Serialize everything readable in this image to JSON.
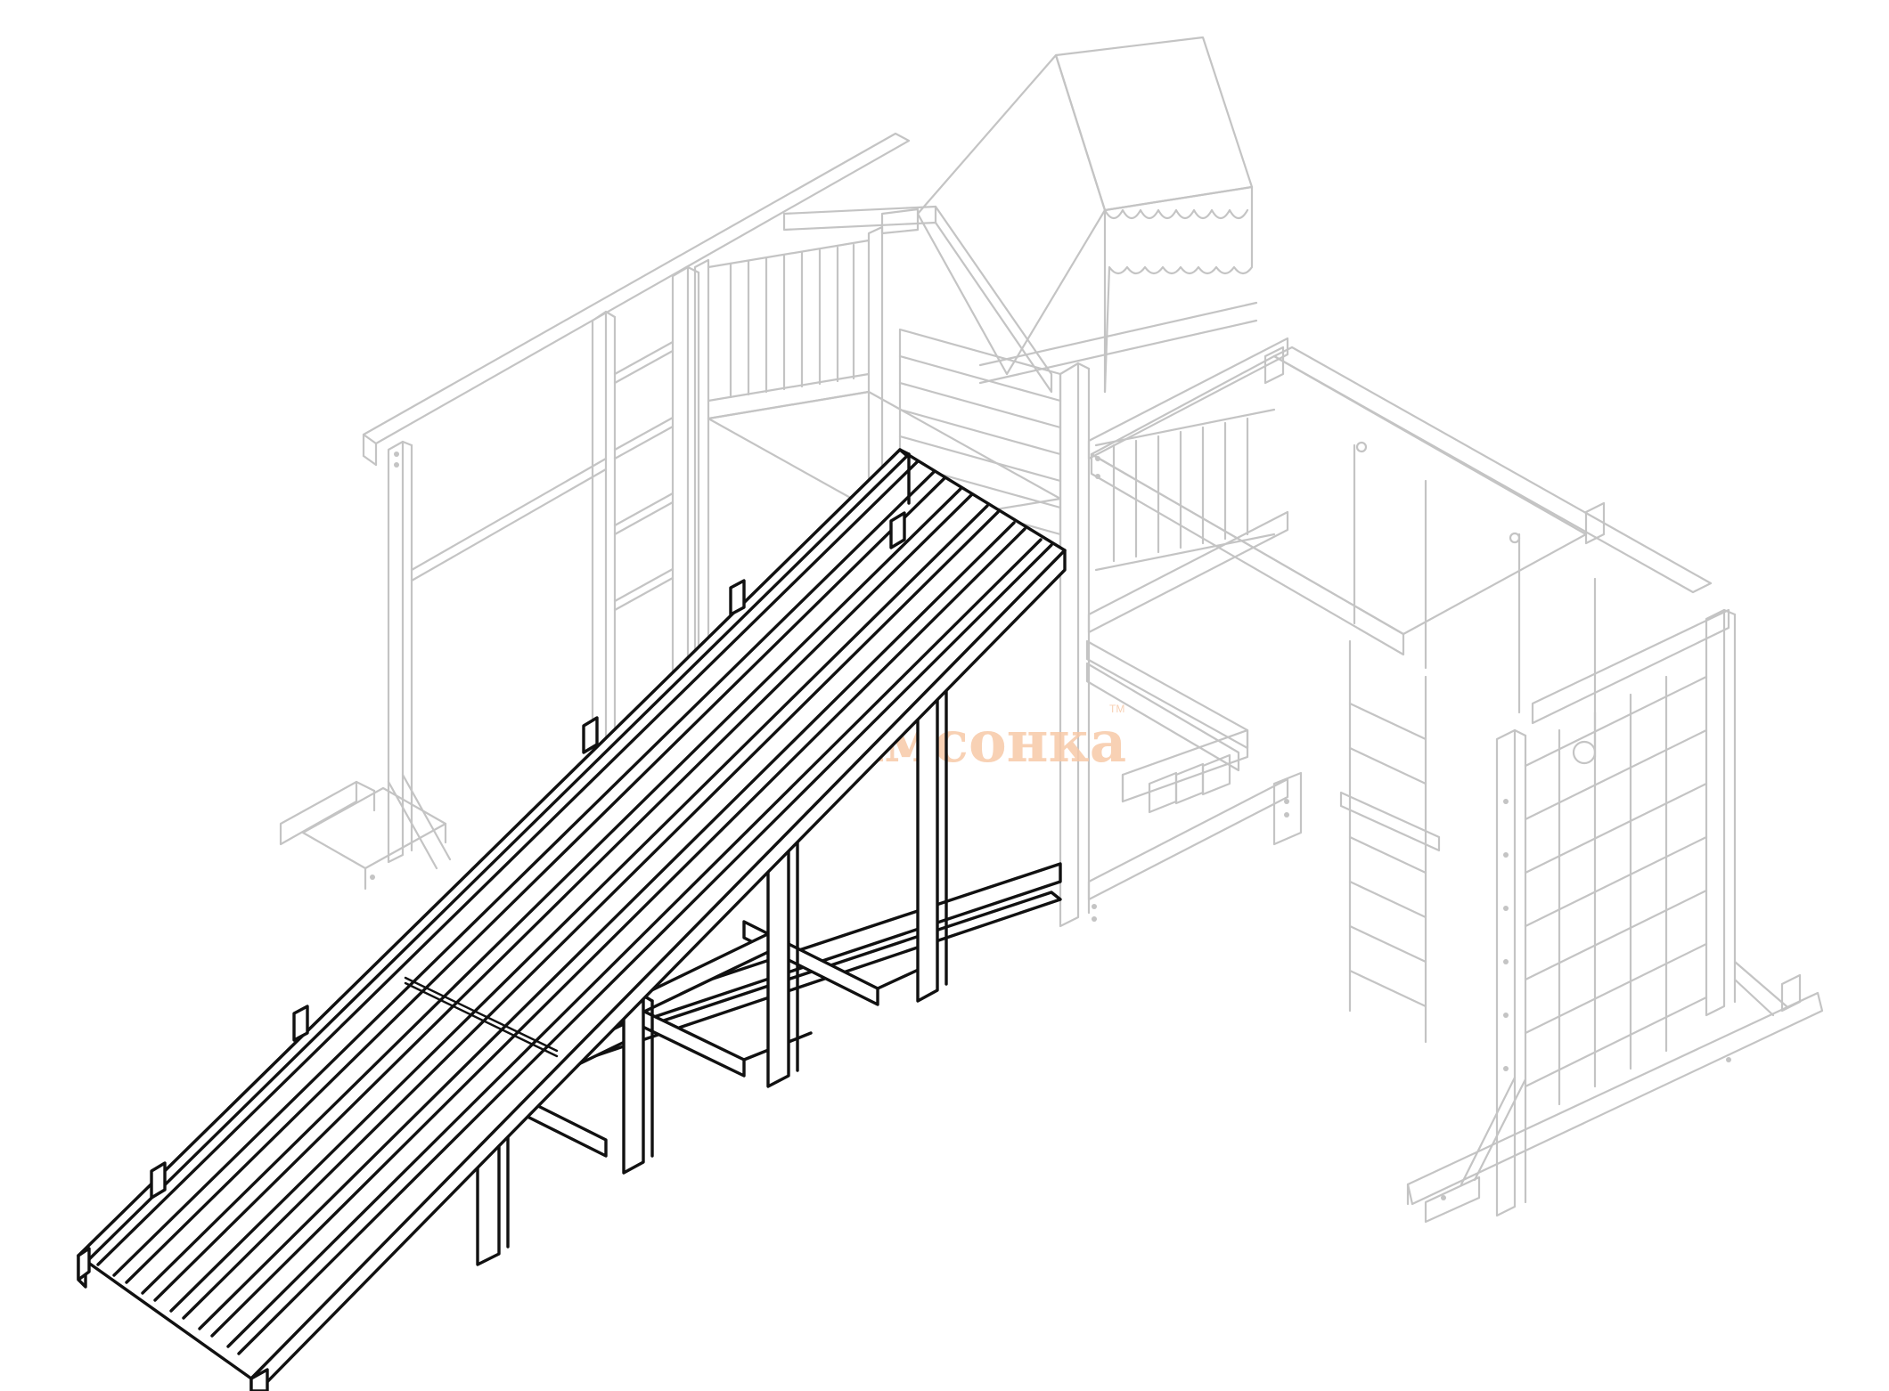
{
  "image": {
    "subject": "playground-assembly-drawing",
    "highlighted_part": "slide-ramp"
  },
  "watermark": {
    "text": "Самсонка",
    "trademark": "TM",
    "color": "#f7c9a8",
    "accent_color": "#f6d98e"
  },
  "colors": {
    "background": "#ffffff",
    "faded_structure": "#c4c4c4",
    "highlighted_part": "#111111"
  }
}
